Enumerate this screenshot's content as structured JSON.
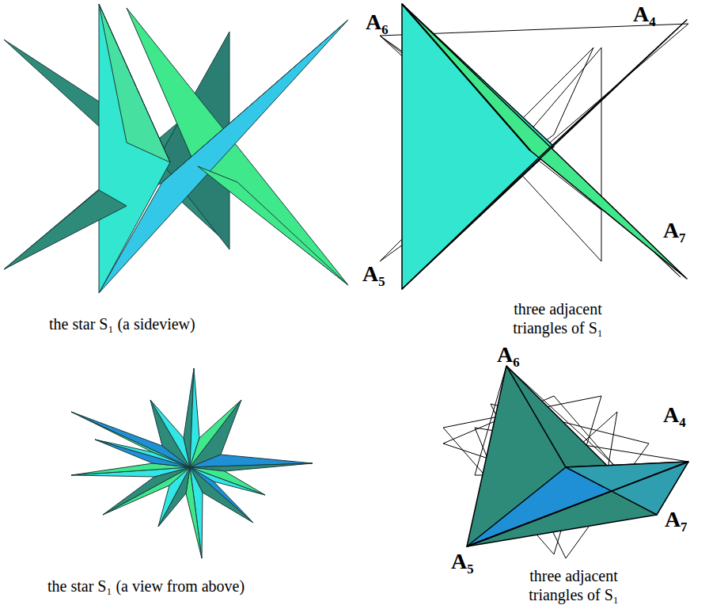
{
  "diagram": {
    "labels": [
      "A₆",
      "A₄",
      "A₇",
      "A₅",
      "the star S₁ (a sideview)",
      "three adjacent triangles of S₁",
      "A₆",
      "A₄",
      "A₅",
      "A₇",
      "the star S₁ (a view from above)",
      "three adjacent triangles of S₁"
    ]
  }
}
